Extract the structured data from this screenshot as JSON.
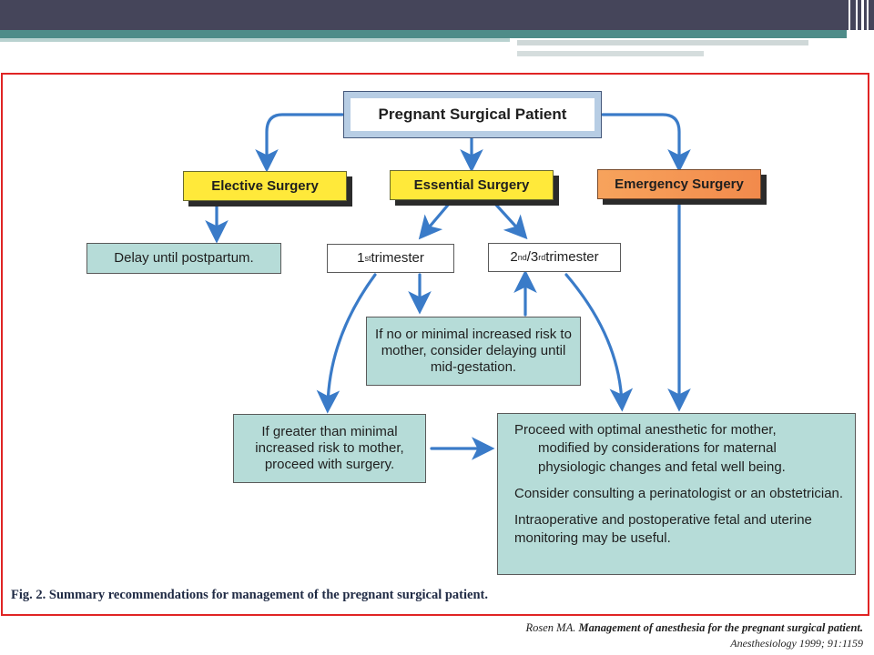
{
  "nodes": {
    "root": "Pregnant Surgical Patient",
    "elective": "Elective Surgery",
    "essential": "Essential Surgery",
    "emergency": "Emergency Surgery",
    "delay_postpartum": "Delay until postpartum.",
    "trimester1": {
      "pre": "1",
      "sup": "st",
      "post": " trimester"
    },
    "trimester23": {
      "pre1": "2",
      "sup1": "nd",
      "mid": "/3",
      "sup2": "rd",
      "post": " trimester"
    },
    "minimal_risk": "If no or minimal increased risk to mother, consider delaying until mid-gestation.",
    "greater_risk": "If greater than minimal increased risk to mother, proceed with surgery.",
    "final_1_line1": "Proceed with optimal anesthetic for mother,",
    "final_1_line2": "modified by considerations for maternal physiologic changes and fetal well being.",
    "final_2": "Consider consulting a perinatologist or an obstetrician.",
    "final_3": "Intraoperative and postoperative fetal and uterine monitoring may be useful."
  },
  "caption": "Fig. 2. Summary recommendations for management of the pregnant surgical patient.",
  "citation": {
    "author": "Rosen MA. ",
    "title": "Management of anesthesia for the pregnant surgical patient.",
    "journal": "Anesthesiology 1999; 91:1159"
  },
  "colors": {
    "arrow": "#3a7bc8",
    "frame": "#e02424",
    "teal_box": "#b6dcd8",
    "yellow_box": "#ffe93a",
    "orange_box": "#f28a4c",
    "header": "#45455a"
  }
}
